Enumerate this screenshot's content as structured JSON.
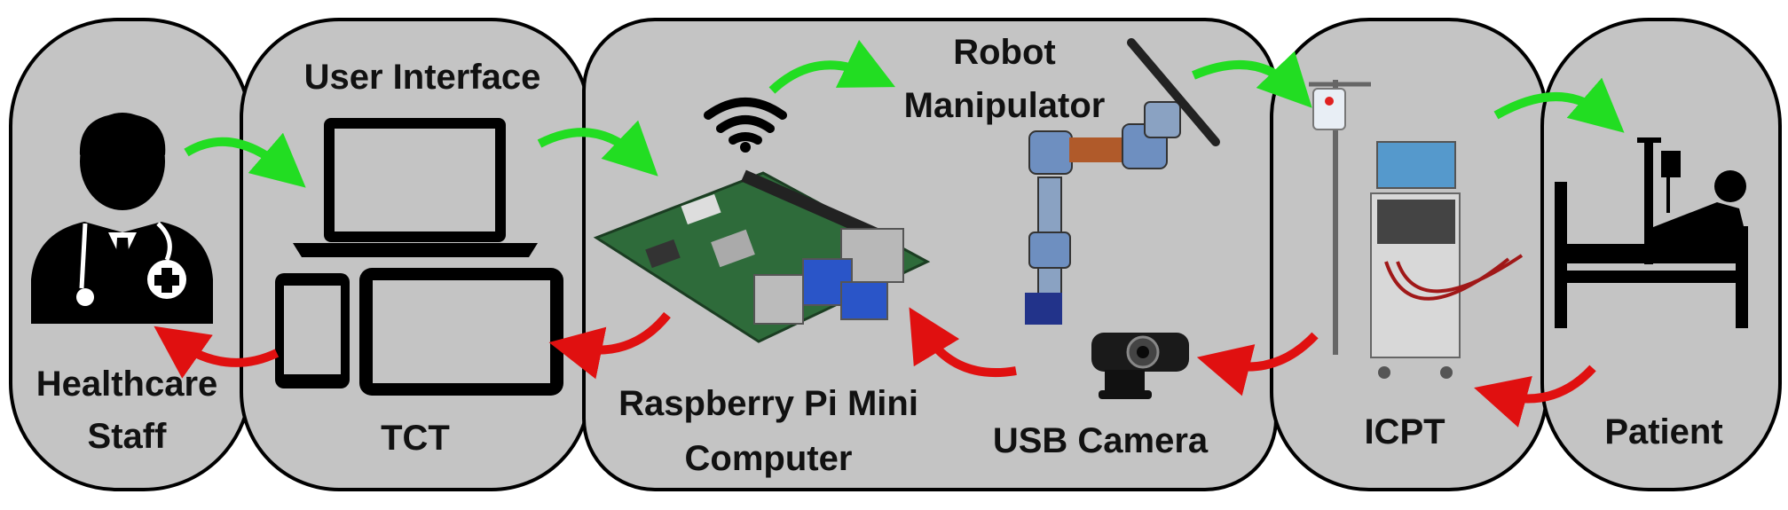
{
  "labels": {
    "healthcare_line1": "Healthcare",
    "healthcare_line2": "Staff",
    "user_interface": "User Interface",
    "tct": "TCT",
    "robot_line1": "Robot",
    "robot_line2": "Manipulator",
    "rpi_line1": "Raspberry Pi Mini",
    "rpi_line2": "Computer",
    "usb_camera": "USB Camera",
    "icpt": "ICPT",
    "patient": "Patient"
  },
  "colors": {
    "panel_fill": "#c4c4c4",
    "panel_stroke": "#000000",
    "forward_arrow": "#22dd22",
    "return_arrow": "#e01010",
    "icon": "#000000"
  },
  "icons": [
    "doctor-icon",
    "laptop-icon",
    "phone-icon",
    "tablet-icon",
    "wifi-icon",
    "raspberry-pi-board",
    "robot-arm",
    "camera-icon",
    "infusion-pump",
    "patient-bed-icon"
  ]
}
